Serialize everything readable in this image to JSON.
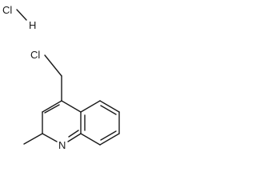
{
  "molecule": {
    "atom_labels": {
      "hcl_chlorine": "Cl",
      "hcl_hydrogen": "H",
      "chloromethyl_chlorine": "Cl",
      "ring_nitrogen": "N"
    }
  },
  "colors": {
    "bond": "#1a1a1a",
    "background": "#ffffff"
  }
}
